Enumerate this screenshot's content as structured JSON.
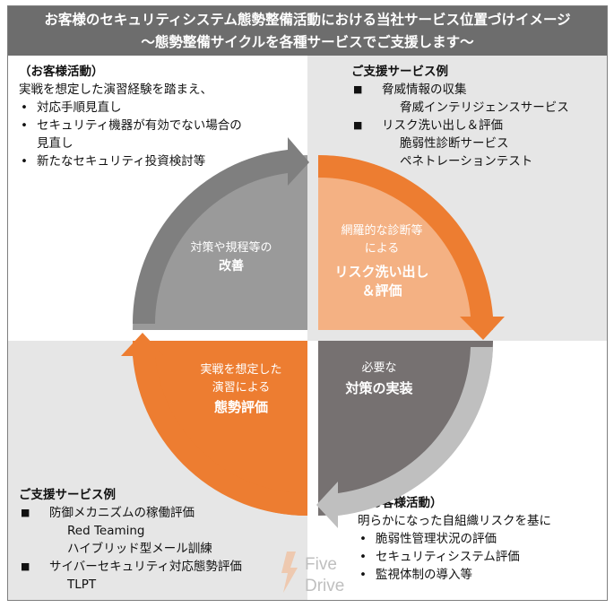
{
  "header": {
    "title": "お客様のセキュリティシステム態勢整備活動における当社サービス位置づけイメージ",
    "subtitle": "～態勢整備サイクルを各種サービスでご支援します～"
  },
  "top_left": {
    "heading": "（お客様活動）",
    "intro": "実戦を想定した演習経験を踏まえ、",
    "items": [
      "対応手順見直し",
      "セキュリティ機器が有効でない場合の",
      "見直し",
      "新たなセキュリティ投資検討等"
    ]
  },
  "top_right": {
    "heading": "ご支援サービス例",
    "item1": "脅威情報の収集",
    "item1_sub": "脅威インテリジェンスサービス",
    "item2": "リスク洗い出し＆評価",
    "item2_sub1": "脆弱性診断サービス",
    "item2_sub2": "ペネトレーションテスト"
  },
  "bottom_left": {
    "heading": "ご支援サービス例",
    "item1": "防御メカニズムの稼働評価",
    "item1_sub1": "Red Teaming",
    "item1_sub2": "ハイブリッド型メール訓練",
    "item2": "サイバーセキュリティ対応態勢評価",
    "item2_sub1": "TLPT"
  },
  "bottom_right": {
    "heading": "（お客様活動）",
    "intro": "明らかになった自組織リスクを基に",
    "items": [
      "脆弱性管理状況の評価",
      "セキュリティシステム評価",
      "監視体制の導入等"
    ]
  },
  "cycle": {
    "improve": {
      "line1": "対策や規程等の",
      "bold": "改善"
    },
    "risk": {
      "line1": "網羅的な診断等",
      "line2": "による",
      "bold1": "リスク洗い出し",
      "bold2": "＆評価"
    },
    "implement": {
      "line1": "必要な",
      "bold": "対策の実装"
    },
    "evaluate": {
      "line1": "実戦を想定した",
      "line2": "演習による",
      "bold": "態勢評価"
    }
  },
  "markers": {
    "bullet": "•",
    "square": "■"
  },
  "logo": {
    "line1": "Five",
    "line2": "Drive"
  },
  "colors": {
    "header_bg": "#6d6d6d",
    "quad_gray": "#e6e6e6",
    "light_gray_sector": "#9a9a9a",
    "light_orange_sector": "#f4b183",
    "orange": "#ed7d31",
    "dark_gray": "#767171",
    "arc_gray": "#7f7f7f",
    "arc_light": "#bfbfbf"
  }
}
